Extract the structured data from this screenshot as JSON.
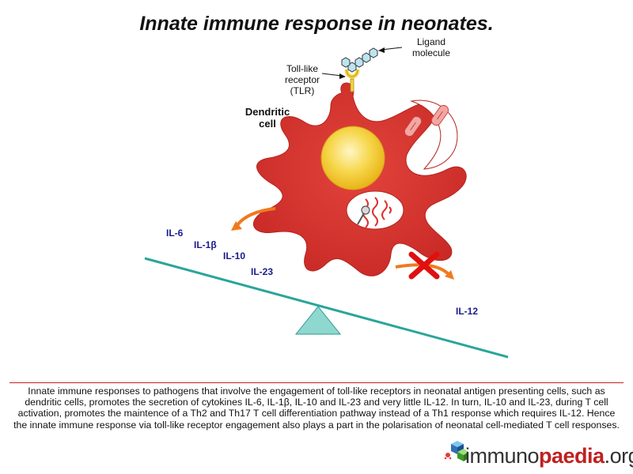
{
  "title": "Innate immune response in neonates.",
  "labels": {
    "ligand": [
      "Ligand",
      "molecule"
    ],
    "tlr": [
      "Toll-like",
      "receptor",
      "(TLR)"
    ],
    "cell": [
      "Dendritic",
      "cell"
    ]
  },
  "cytokines": {
    "il6": "IL-6",
    "il1b": "IL-1β",
    "il10": "IL-10",
    "il23": "IL-23",
    "il12": "IL-12"
  },
  "caption": "Innate immune responses to pathogens that involve the engagement of toll-like receptors in neonatal antigen presenting cells, such as dendritic cells, promotes the secretion of cytokines IL-6, IL-1β, IL-10 and IL-23 and very little IL-12. In turn, IL-10 and IL-23, during T cell activation, promotes the maintence of a Th2 and Th17 T cell differentiation pathway instead of a Th1 response which requires IL-12. Hence the innate immune response via toll-like receptor engagement also plays a part in the polarisation of neonatal cell-mediated T cell responses.",
  "logo": {
    "part1": "immuno",
    "part2": "paedia",
    "part3": ".org"
  },
  "colors": {
    "cell": "#d8322e",
    "nucleus": "#f3c628",
    "arrow": "#f07a1e",
    "seesaw": "#2aa59a",
    "cross": "#e01010",
    "cytokine_text": "#1a1a8c",
    "rule": "#c02020"
  }
}
